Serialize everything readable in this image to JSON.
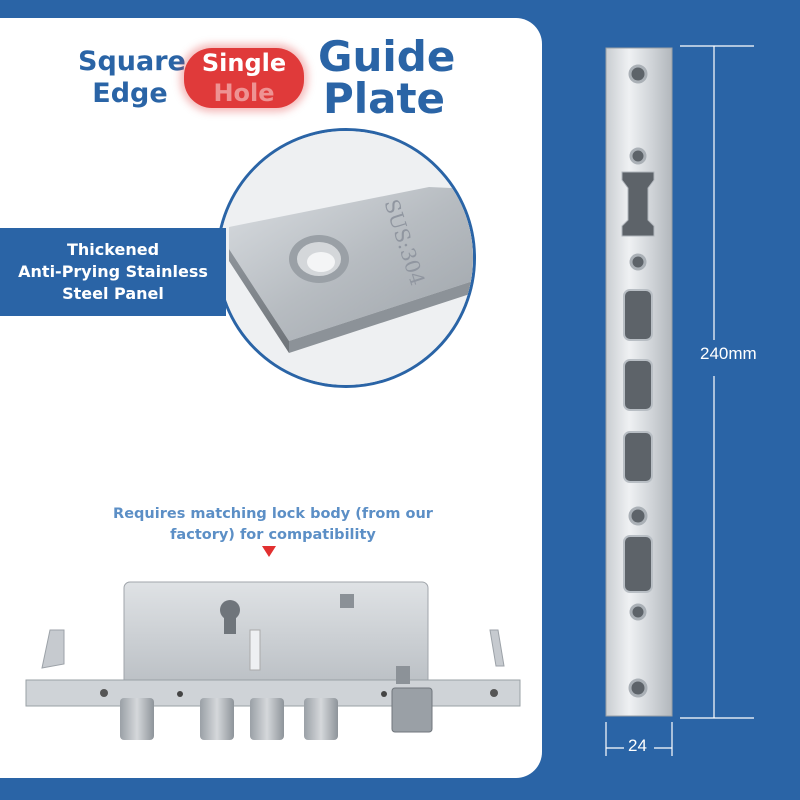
{
  "title": {
    "square_edge_line1": "Square",
    "square_edge_line2": "Edge",
    "single_hole_line1": "Single",
    "single_hole_line2": "Hole",
    "guide_plate_line1": "Guide",
    "guide_plate_line2": "Plate"
  },
  "feature": {
    "line1": "Thickened",
    "line2": "Anti-Prying Stainless",
    "line3": "Steel Panel"
  },
  "closeup": {
    "engraving": "SUS:304"
  },
  "note": {
    "text": "Requires matching lock body (from our factory) for compatibility"
  },
  "dimensions": {
    "length": "240mm",
    "width": "24"
  },
  "colors": {
    "background": "#2a64a6",
    "panel": "#ffffff",
    "accent_red": "#e03a3a",
    "note_text": "#5c8fc6"
  }
}
